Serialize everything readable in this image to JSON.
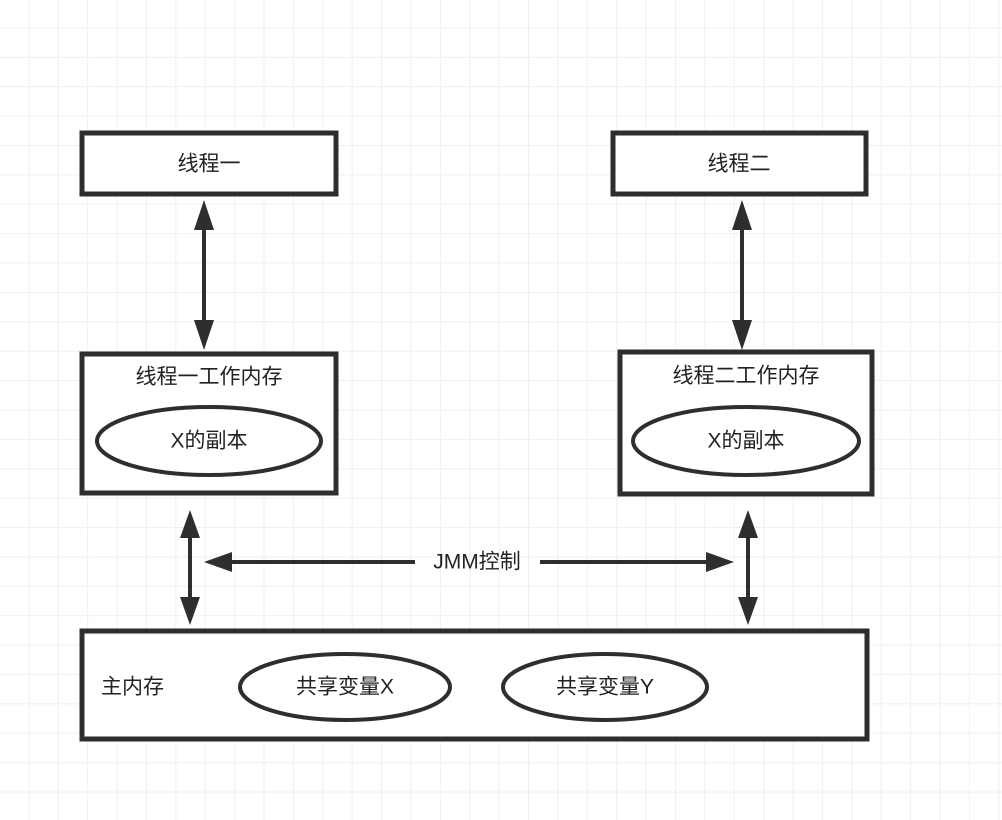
{
  "diagram": {
    "title_text_present": false,
    "colors": {
      "stroke": "#2e2e2e",
      "text": "#222222",
      "grid": "#efefef",
      "background": "#ffffff"
    },
    "nodes": {
      "thread_one": {
        "label": "线程一"
      },
      "thread_two": {
        "label": "线程二"
      },
      "thread_one_working_memory": {
        "label": "线程一工作内存"
      },
      "thread_two_working_memory": {
        "label": "线程二工作内存"
      },
      "copy_of_x_left": {
        "label": "X的副本"
      },
      "copy_of_x_right": {
        "label": "X的副本"
      },
      "main_memory": {
        "label": "主内存"
      },
      "shared_variable_x": {
        "label": "共享变量X"
      },
      "shared_variable_y": {
        "label": "共享变量Y"
      }
    },
    "edges": {
      "jmm_control": {
        "label": "JMM控制"
      }
    }
  }
}
